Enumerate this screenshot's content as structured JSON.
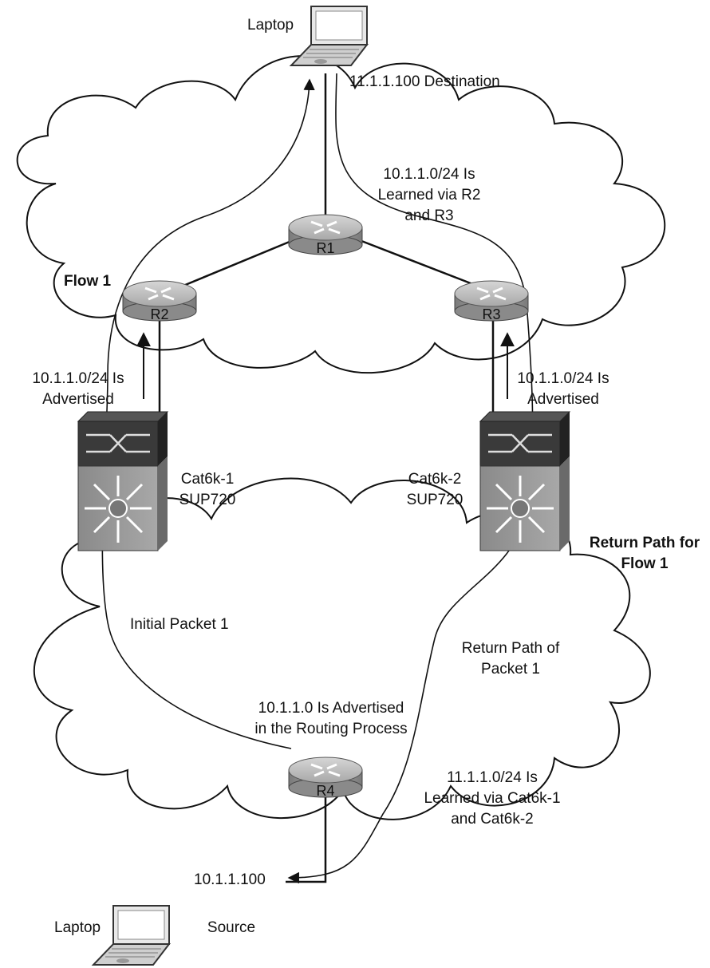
{
  "nodes": {
    "laptop_top": "Laptop",
    "laptop_bottom": "Laptop",
    "r1": "R1",
    "r2": "R2",
    "r3": "R3",
    "r4": "R4",
    "cat1_line1": "Cat6k-1",
    "cat1_line2": "SUP720",
    "cat2_line1": "Cat6k-2",
    "cat2_line2": "SUP720"
  },
  "labels": {
    "destination": "11.1.1.100 Destination",
    "learned_r1_l1": "10.1.1.0/24 Is",
    "learned_r1_l2": "Learned via R2",
    "learned_r1_l3": "and R3",
    "flow1": "Flow 1",
    "adv_left_l1": "10.1.1.0/24 Is",
    "adv_left_l2": "Advertised",
    "adv_right_l1": "10.1.1.0/24 Is",
    "adv_right_l2": "Advertised",
    "return_flow_l1": "Return Path for",
    "return_flow_l2": "Flow 1",
    "initial_packet": "Initial Packet 1",
    "return_packet_l1": "Return Path of",
    "return_packet_l2": "Packet 1",
    "r4_adv_l1": "10.1.1.0 Is Advertised",
    "r4_adv_l2": "in the Routing Process",
    "learned_r4_l1": "11.1.1.0/24 Is",
    "learned_r4_l2": "Learned via Cat6k-1",
    "learned_r4_l3": "and Cat6k-2",
    "source_ip": "10.1.1.100",
    "source": "Source"
  },
  "colors": {
    "router_top": "#b9b9b9",
    "router_side": "#8e8e8e",
    "switch_dark": "#3c3c3c",
    "switch_body": "#9a9a9a",
    "line": "#111111"
  }
}
